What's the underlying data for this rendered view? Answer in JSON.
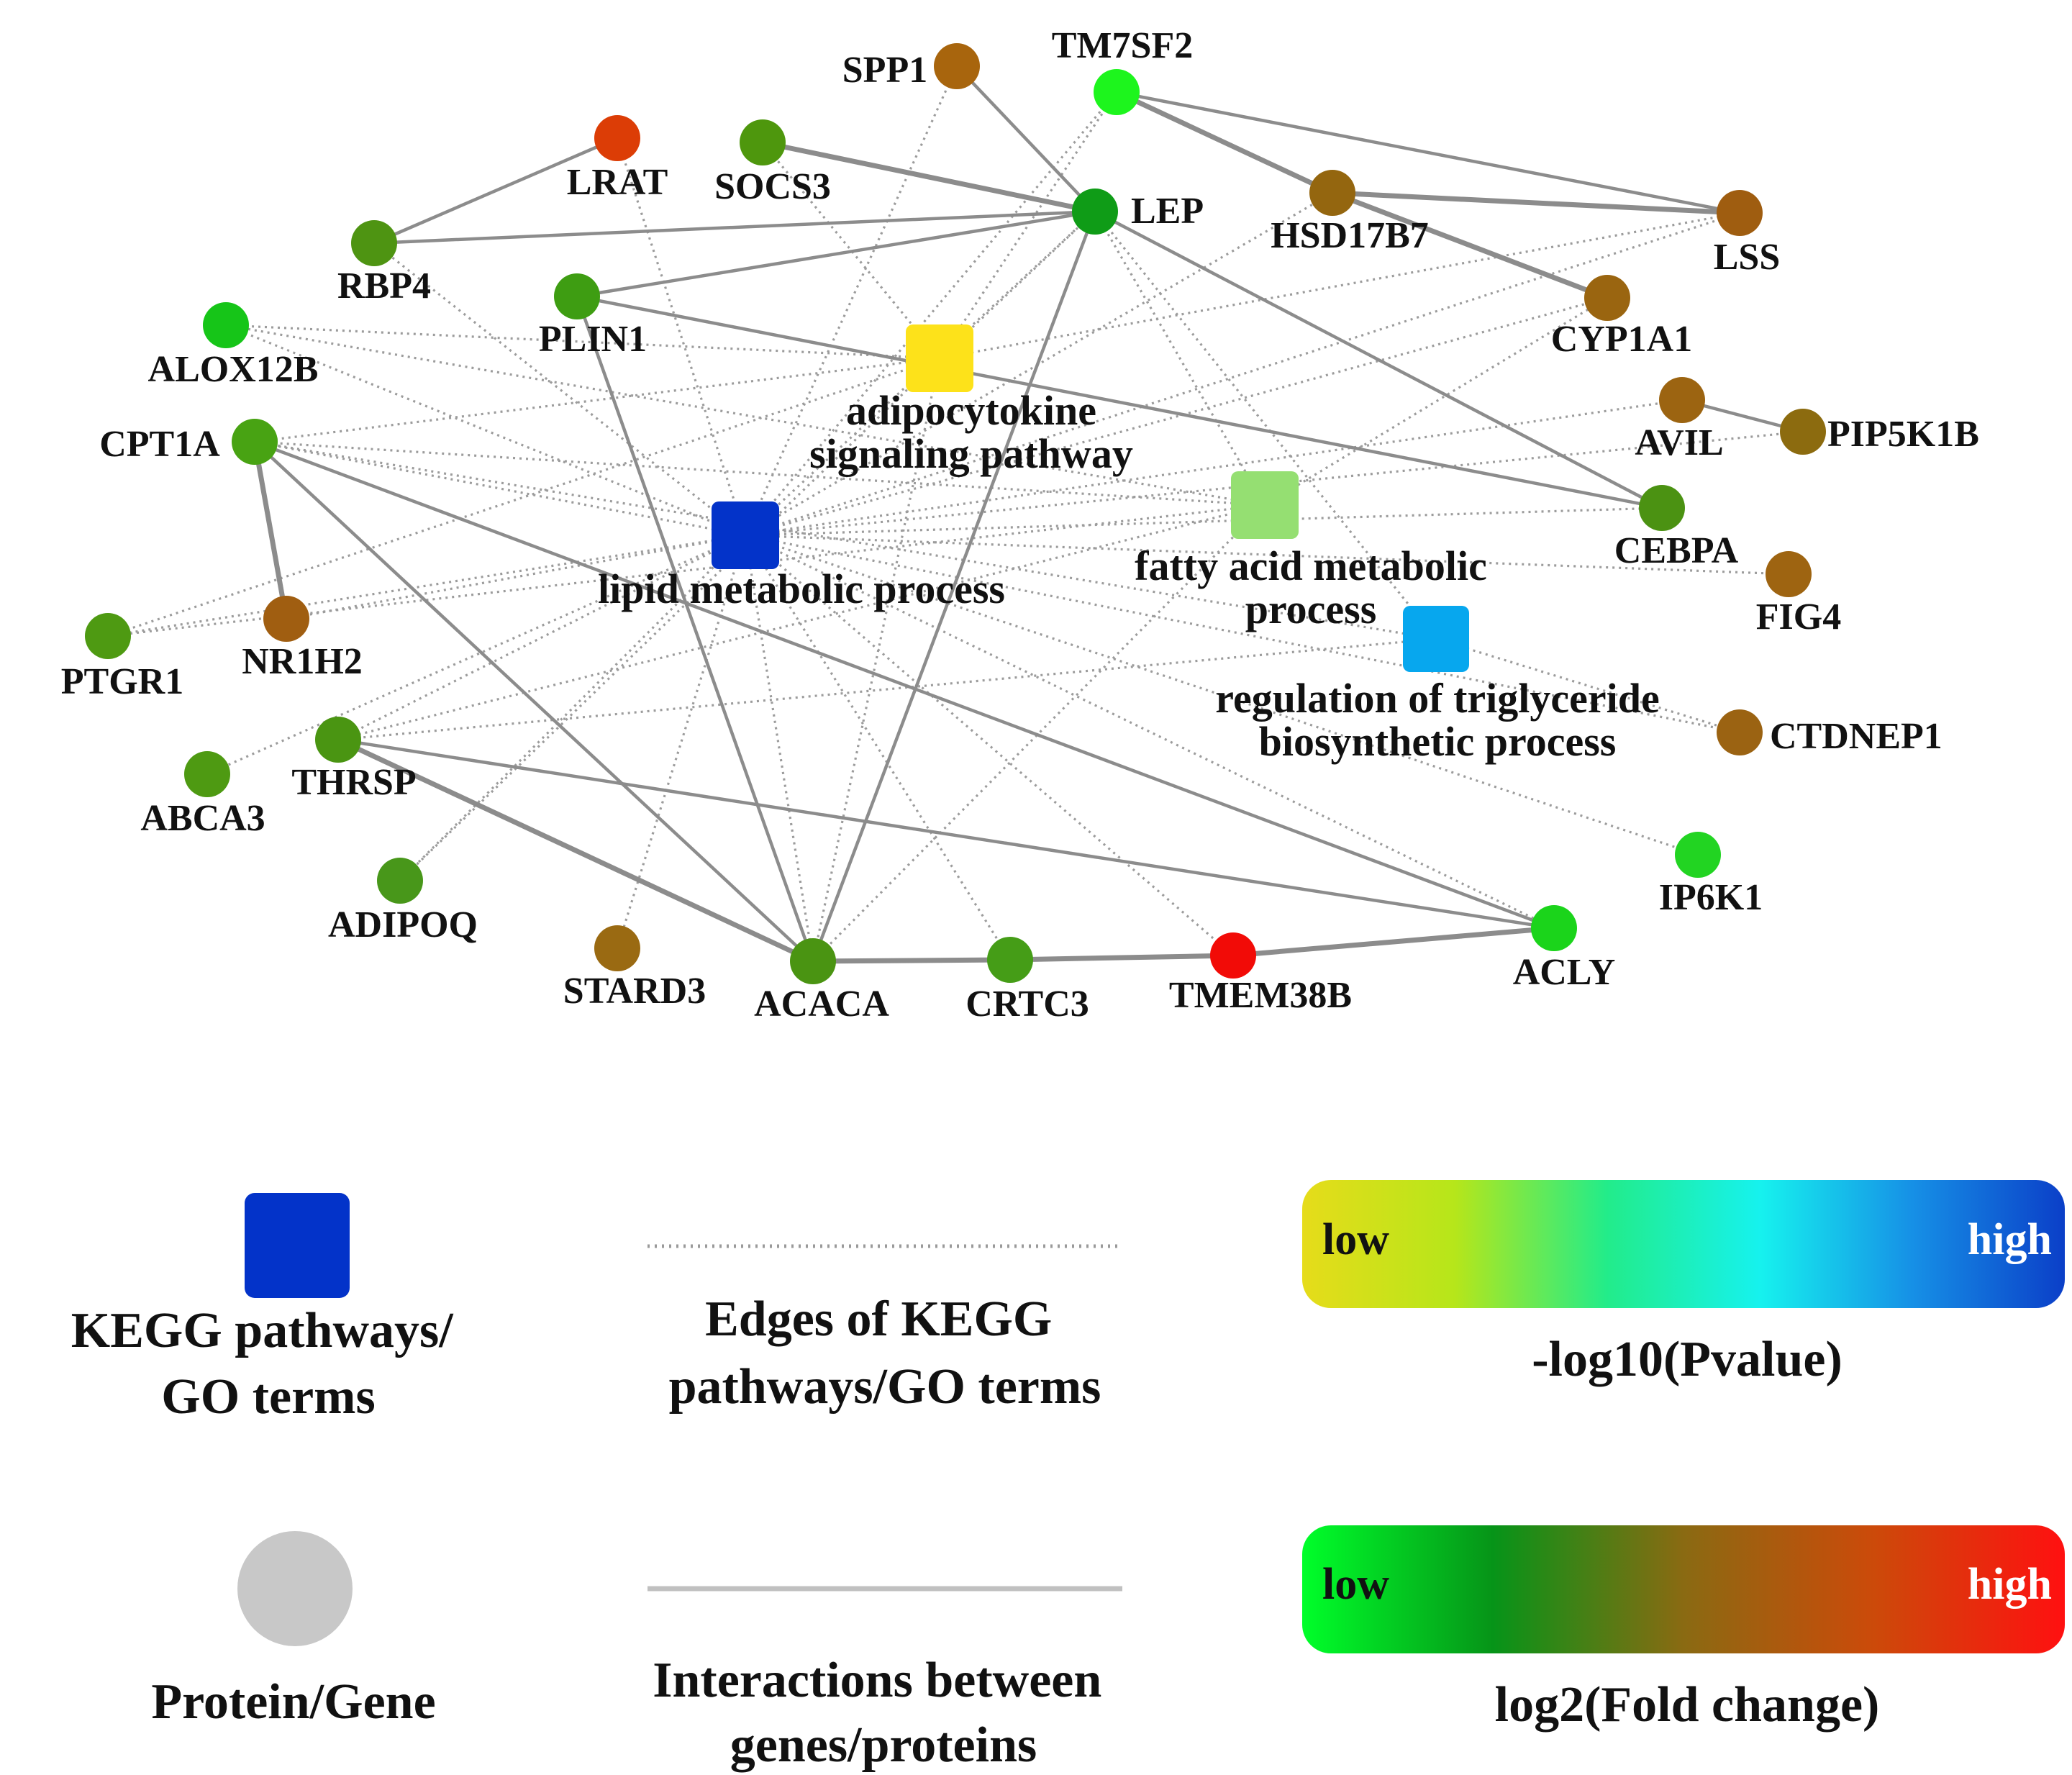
{
  "network": {
    "terms": [
      {
        "id": "adipo",
        "lines": [
          "adipocytokine",
          "signaling pathway"
        ],
        "color": "#fde21a"
      },
      {
        "id": "lipid",
        "lines": [
          "lipid metabolic process"
        ],
        "color": "#0333c9"
      },
      {
        "id": "fatty",
        "lines": [
          "fatty acid metabolic",
          "process"
        ],
        "color": "#95df72"
      },
      {
        "id": "trig",
        "lines": [
          "regulation of triglyceride",
          "biosynthetic process"
        ],
        "color": "#07a7ee"
      }
    ],
    "genes": [
      {
        "id": "SPP1",
        "color": "#a8650d"
      },
      {
        "id": "TM7SF2",
        "color": "#1df51d"
      },
      {
        "id": "LRAT",
        "color": "#dc3d06"
      },
      {
        "id": "SOCS3",
        "color": "#4e970d"
      },
      {
        "id": "LEP",
        "color": "#0f9c17"
      },
      {
        "id": "HSD17B7",
        "color": "#94660f"
      },
      {
        "id": "LSS",
        "color": "#9f5d10"
      },
      {
        "id": "RBP4",
        "color": "#4e9412"
      },
      {
        "id": "PLIN1",
        "color": "#3e9d12"
      },
      {
        "id": "CYP1A1",
        "color": "#9a6510"
      },
      {
        "id": "ALOX12B",
        "color": "#16c518"
      },
      {
        "id": "AVIL",
        "color": "#9c6411"
      },
      {
        "id": "PIP5K1B",
        "color": "#8c6b0f"
      },
      {
        "id": "CPT1A",
        "color": "#48a313"
      },
      {
        "id": "CEBPA",
        "color": "#4b9212"
      },
      {
        "id": "FIG4",
        "color": "#9e6411"
      },
      {
        "id": "PTGR1",
        "color": "#4e9a12"
      },
      {
        "id": "NR1H2",
        "color": "#a05e11"
      },
      {
        "id": "CTDNEP1",
        "color": "#9b6312"
      },
      {
        "id": "THRSP",
        "color": "#4a9512"
      },
      {
        "id": "ABCA3",
        "color": "#4e9a12"
      },
      {
        "id": "IP6K1",
        "color": "#22d422"
      },
      {
        "id": "ADIPOQ",
        "color": "#48971a"
      },
      {
        "id": "STARD3",
        "color": "#9a6a12"
      },
      {
        "id": "ACACA",
        "color": "#4a9412"
      },
      {
        "id": "CRTC3",
        "color": "#459d17"
      },
      {
        "id": "TMEM38B",
        "color": "#f20b07"
      },
      {
        "id": "ACLY",
        "color": "#1bd41b"
      }
    ],
    "interactions": [
      [
        "LRAT",
        "RBP4"
      ],
      [
        "RBP4",
        "LEP"
      ],
      [
        "SOCS3",
        "LEP"
      ],
      [
        "SPP1",
        "LEP"
      ],
      [
        "PLIN1",
        "LEP"
      ],
      [
        "PLIN1",
        "CEBPA"
      ],
      [
        "LEP",
        "CEBPA"
      ],
      [
        "LEP",
        "ACACA"
      ],
      [
        "TM7SF2",
        "HSD17B7"
      ],
      [
        "TM7SF2",
        "LSS"
      ],
      [
        "HSD17B7",
        "LSS"
      ],
      [
        "HSD17B7",
        "CYP1A1"
      ],
      [
        "AVIL",
        "PIP5K1B"
      ],
      [
        "CPT1A",
        "NR1H2"
      ],
      [
        "CPT1A",
        "ACACA"
      ],
      [
        "CPT1A",
        "ACLY"
      ],
      [
        "THRSP",
        "ACACA"
      ],
      [
        "THRSP",
        "ACLY"
      ],
      [
        "PLIN1",
        "ACACA"
      ],
      [
        "ACACA",
        "CRTC3"
      ],
      [
        "CRTC3",
        "TMEM38B"
      ],
      [
        "TMEM38B",
        "ACLY"
      ]
    ],
    "term_edges": [
      [
        "lipid",
        "ALOX12B"
      ],
      [
        "lipid",
        "CPT1A"
      ],
      [
        "lipid",
        "PTGR1"
      ],
      [
        "lipid",
        "NR1H2"
      ],
      [
        "lipid",
        "THRSP"
      ],
      [
        "lipid",
        "ADIPOQ"
      ],
      [
        "lipid",
        "STARD3"
      ],
      [
        "lipid",
        "ACACA"
      ],
      [
        "lipid",
        "CRTC3"
      ],
      [
        "lipid",
        "TMEM38B"
      ],
      [
        "lipid",
        "ACLY"
      ],
      [
        "lipid",
        "IP6K1"
      ],
      [
        "lipid",
        "CTDNEP1"
      ],
      [
        "lipid",
        "FIG4"
      ],
      [
        "lipid",
        "CEBPA"
      ],
      [
        "lipid",
        "AVIL"
      ],
      [
        "lipid",
        "PIP5K1B"
      ],
      [
        "lipid",
        "LSS"
      ],
      [
        "lipid",
        "CYP1A1"
      ],
      [
        "lipid",
        "HSD17B7"
      ],
      [
        "lipid",
        "TM7SF2"
      ],
      [
        "lipid",
        "SPP1"
      ],
      [
        "lipid",
        "LRAT"
      ],
      [
        "lipid",
        "RBP4"
      ],
      [
        "lipid",
        "LEP"
      ],
      [
        "lipid",
        "ABCA3"
      ],
      [
        "adipo",
        "SOCS3"
      ],
      [
        "adipo",
        "ALOX12B"
      ],
      [
        "adipo",
        "CPT1A"
      ],
      [
        "adipo",
        "ADIPOQ"
      ],
      [
        "adipo",
        "LEP"
      ],
      [
        "adipo",
        "ACACA"
      ],
      [
        "adipo",
        "TM7SF2"
      ],
      [
        "adipo",
        "LSS"
      ],
      [
        "adipo",
        "PTGR1"
      ],
      [
        "fatty",
        "CPT1A"
      ],
      [
        "fatty",
        "ALOX12B"
      ],
      [
        "fatty",
        "ACACA"
      ],
      [
        "fatty",
        "LEP"
      ],
      [
        "fatty",
        "PTGR1"
      ],
      [
        "fatty",
        "THRSP"
      ],
      [
        "fatty",
        "CYP1A1"
      ],
      [
        "trig",
        "LEP"
      ],
      [
        "trig",
        "CPT1A"
      ],
      [
        "trig",
        "THRSP"
      ],
      [
        "trig",
        "CTDNEP1"
      ]
    ]
  },
  "legend": {
    "term_label": [
      "KEGG pathways/",
      "GO terms"
    ],
    "term_color": "#0333c9",
    "gene_label": [
      "Protein/Gene"
    ],
    "gene_color": "#c8c8c8",
    "term_edge_label": [
      "Edges of KEGG",
      "pathways/GO terms"
    ],
    "interaction_label": [
      "Interactions  between",
      "genes/proteins"
    ],
    "pvalue": {
      "title": "-log10(Pvalue)",
      "low": "low",
      "high": "high",
      "colors": [
        "#e6dc1a",
        "#b6e61a",
        "#22ec8a",
        "#16f2ee",
        "#1690e6",
        "#0b3fc8"
      ]
    },
    "fold": {
      "title": "log2(Fold change)",
      "low": "low",
      "high": "high",
      "colors": [
        "#00ff2a",
        "#069418",
        "#8a6a12",
        "#cc4a0a",
        "#ff1010"
      ]
    }
  }
}
